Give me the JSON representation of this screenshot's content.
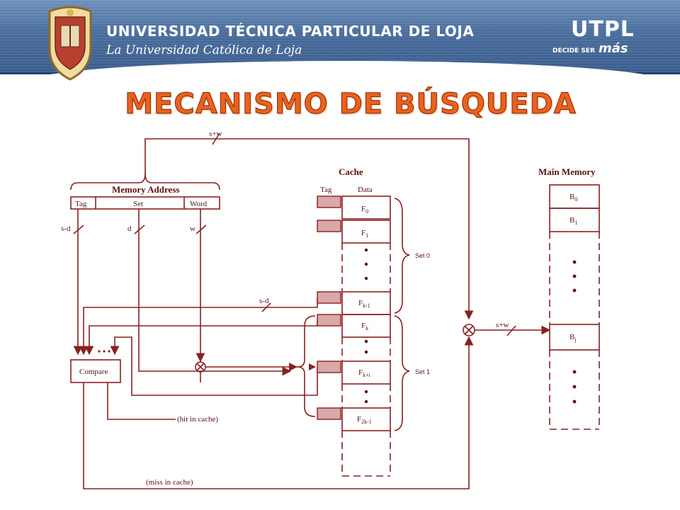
{
  "header": {
    "university_name": "UNIVERSIDAD TÉCNICA PARTICULAR DE LOJA",
    "motto": "La Universidad Católica de Loja",
    "brand": "UTPL",
    "tagline_small": "DECIDE SER",
    "tagline_big": "más"
  },
  "slide": {
    "title": "MECANISMO DE BÚSQUEDA"
  },
  "diagram": {
    "memory_address": {
      "label": "Memory Address",
      "fields": [
        "Tag",
        "Set",
        "Word"
      ],
      "widths": [
        "s-d",
        "d",
        "w"
      ]
    },
    "top_bus_label": "s+w",
    "mid_bus_label": "s-d",
    "mem_bus_label": "s+w",
    "compare_label": "Compare",
    "hit_label": "(hit in cache)",
    "miss_label": "(miss in cache)",
    "cache": {
      "title": "Cache",
      "tag_header": "Tag",
      "data_header": "Data",
      "lines": [
        {
          "name": "F",
          "sub": "0"
        },
        {
          "name": "F",
          "sub": "1"
        },
        {
          "name": "F",
          "sub": "k-1"
        },
        {
          "name": "F",
          "sub": "k"
        },
        {
          "name": "F",
          "sub": "k+i"
        },
        {
          "name": "F",
          "sub": "2k-1"
        }
      ],
      "sets": [
        "Set 0",
        "Set 1"
      ]
    },
    "main_memory": {
      "title": "Main Memory",
      "blocks": [
        {
          "name": "B",
          "sub": "0"
        },
        {
          "name": "B",
          "sub": "1"
        },
        {
          "name": "B",
          "sub": "j"
        }
      ]
    },
    "colors": {
      "line": "#8a2020",
      "tag_fill": "#d9a8a8",
      "title_orange": "#e8621c",
      "banner_blue": "#4a6f9f"
    }
  }
}
